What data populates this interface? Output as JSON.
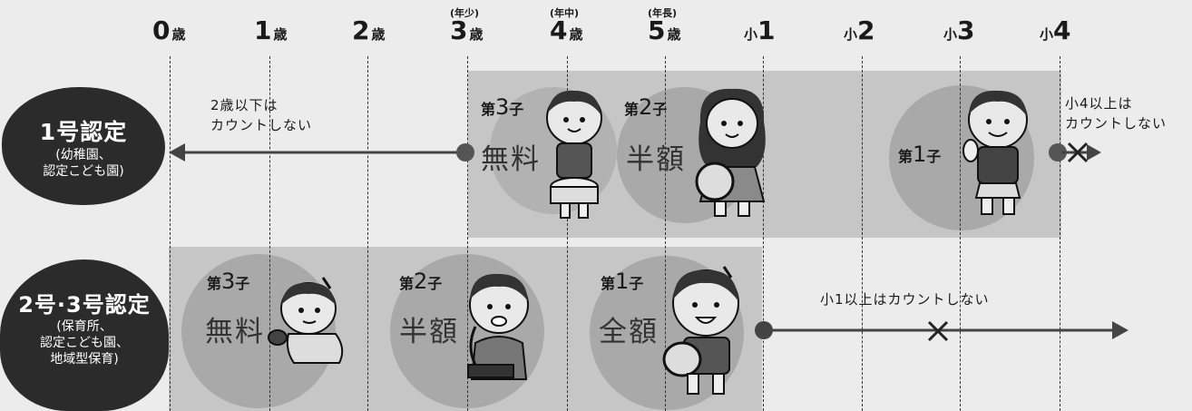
{
  "ages": [
    {
      "num": "0",
      "unit": "歳"
    },
    {
      "num": "1",
      "unit": "歳"
    },
    {
      "num": "2",
      "unit": "歳"
    },
    {
      "num": "3",
      "unit": "歳",
      "sub": "(年少)"
    },
    {
      "num": "4",
      "unit": "歳",
      "sub": "(年中)"
    },
    {
      "num": "5",
      "unit": "歳",
      "sub": "(年長)"
    },
    {
      "pre": "小",
      "num": "1"
    },
    {
      "pre": "小",
      "num": "2"
    },
    {
      "pre": "小",
      "num": "3"
    },
    {
      "pre": "小",
      "num": "4"
    }
  ],
  "group1": {
    "title": "1号認定",
    "sub1": "(幼稚園、",
    "sub2": "認定こども園)",
    "note_left_1": "2歳以下は",
    "note_left_2": "カウントしない",
    "note_right_1": "小4以上は",
    "note_right_2": "カウントしない",
    "child3": {
      "label": "第",
      "num": "3",
      "suffix": "子",
      "price": "無料"
    },
    "child2": {
      "label": "第",
      "num": "2",
      "suffix": "子",
      "price": "半額"
    },
    "child1": {
      "label": "第",
      "num": "1",
      "suffix": "子"
    }
  },
  "group2": {
    "title": "2号·3号認定",
    "sub1": "(保育所、",
    "sub2": "認定こども園、",
    "sub3": "地域型保育)",
    "note": "小1以上はカウントしない",
    "child3": {
      "label": "第",
      "num": "3",
      "suffix": "子",
      "price": "無料"
    },
    "child2": {
      "label": "第",
      "num": "2",
      "suffix": "子",
      "price": "半額"
    },
    "child1": {
      "label": "第",
      "num": "1",
      "suffix": "子",
      "price": "全額"
    }
  },
  "colors": {
    "band": "#c6c6c6",
    "shade": "#a9a9a9",
    "dark": "#2b2b2b",
    "arrow": "#444444"
  }
}
